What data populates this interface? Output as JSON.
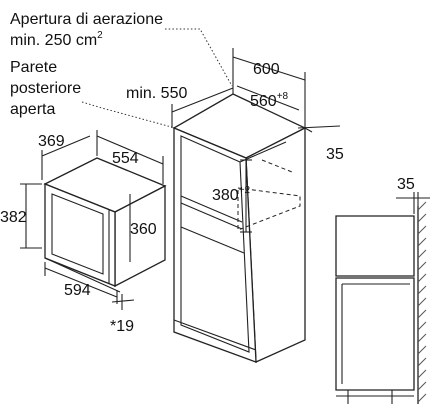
{
  "labels": {
    "ventilation_line1": "Apertura di aerazione",
    "ventilation_line2_prefix": "min. 250 cm",
    "ventilation_line2_sup": "2",
    "back_line1": "Parete",
    "back_line2": "posteriore",
    "back_line3": "aperta"
  },
  "dimensions": {
    "cabinet_width_outer": "600",
    "cabinet_width_inner": "560",
    "cabinet_width_inner_tolerance": "+8",
    "cabinet_depth_min": "min. 550",
    "side_gap": "35",
    "niche_height": "380",
    "niche_height_tolerance": "+2",
    "appliance_depth": "369",
    "appliance_inner_width": "554",
    "appliance_height": "382",
    "front_height": "360",
    "front_width": "594",
    "front_thickness": "*19",
    "side_view_gap": "35"
  }
}
